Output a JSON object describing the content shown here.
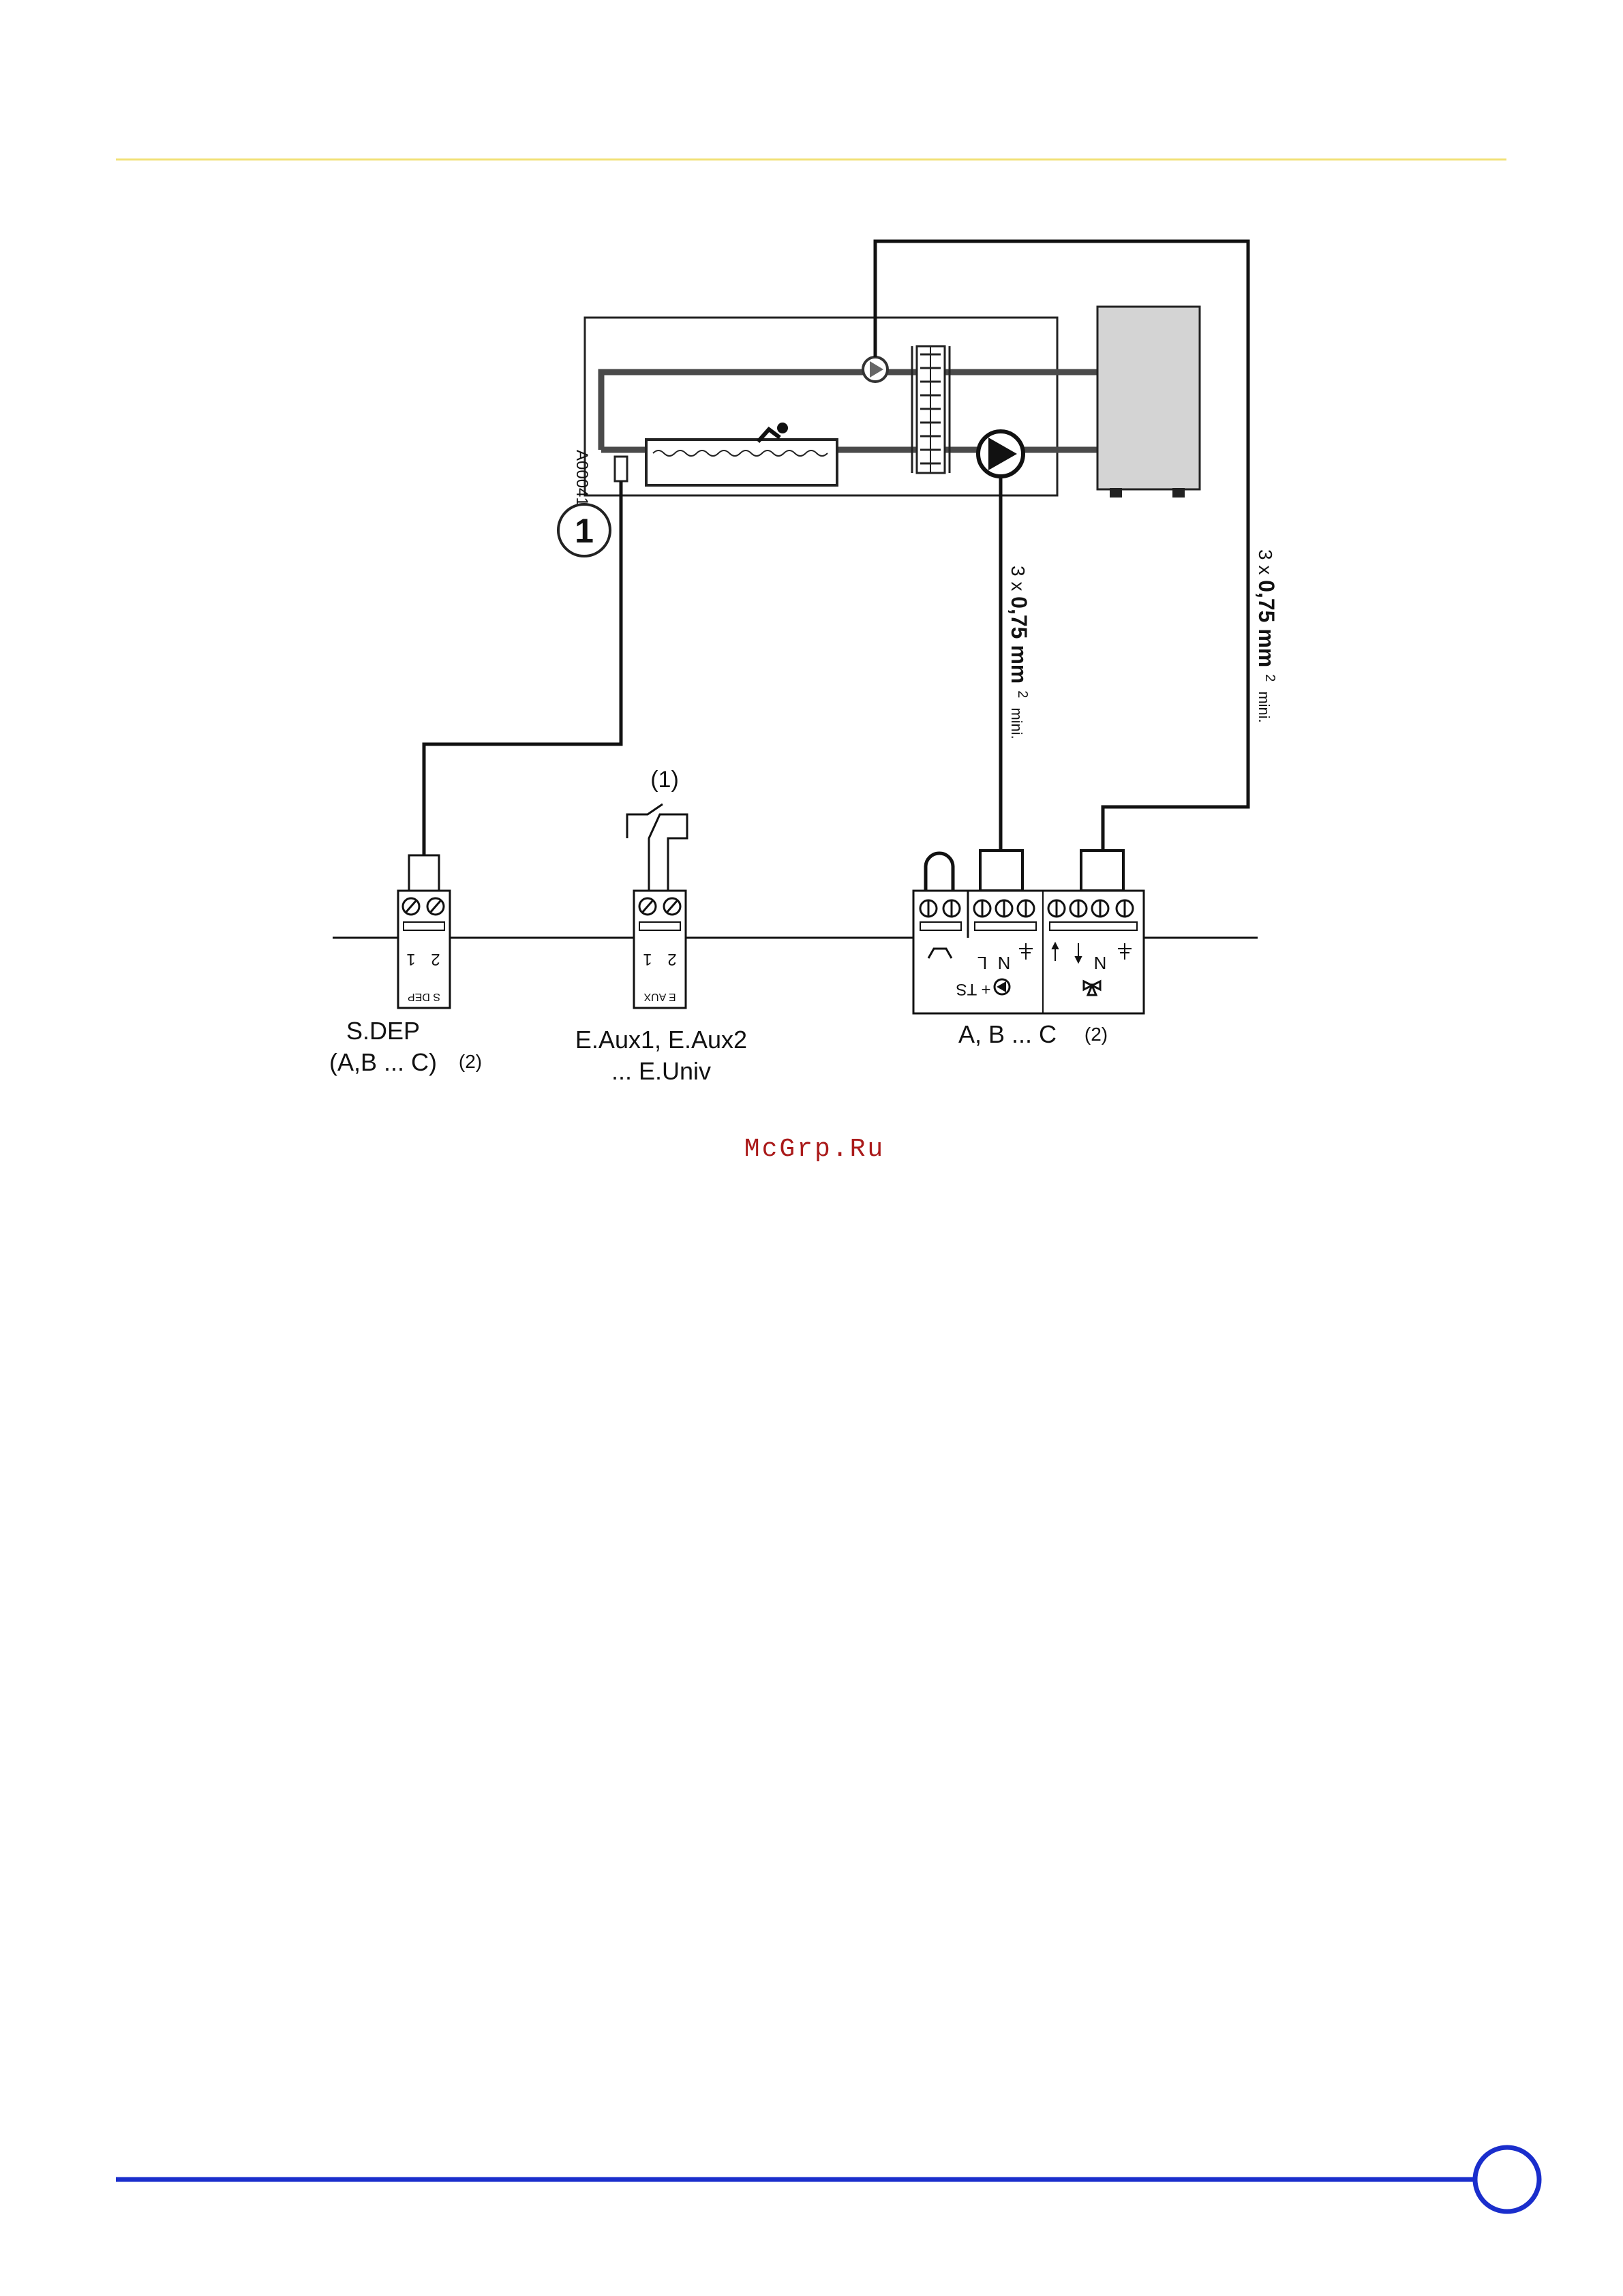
{
  "ref_code": "A000411",
  "callout_marker": "1",
  "cable_label": {
    "prefix": "3 x ",
    "section": "0,75 mm",
    "exponent": "2",
    "suffix": "mini."
  },
  "note_switch": "(1)",
  "connectors": {
    "sdep": {
      "pin1": "1",
      "pin2": "2",
      "plate": "S DEP"
    },
    "eaux": {
      "pin1": "1",
      "pin2": "2",
      "plate": "E AUX"
    },
    "pump_terminal": {
      "N": "N",
      "L": "L",
      "plate": "+ TS"
    }
  },
  "captions": {
    "sdep_line1": "S.DEP",
    "sdep_line2": "(A,B ... C)",
    "sdep_note": "(2)",
    "eaux_line1": "E.Aux1, E.Aux2",
    "eaux_line2": "... E.Univ",
    "abc_line": "A, B ... C",
    "abc_note": "(2)"
  },
  "watermark": "McGrp.Ru",
  "colors": {
    "header_rule": "#f2e27a",
    "footer_rule": "#1a2ecc",
    "wire": "#111111",
    "pipe": "#4a4a4a",
    "boiler_fill": "#d4d4d4"
  }
}
